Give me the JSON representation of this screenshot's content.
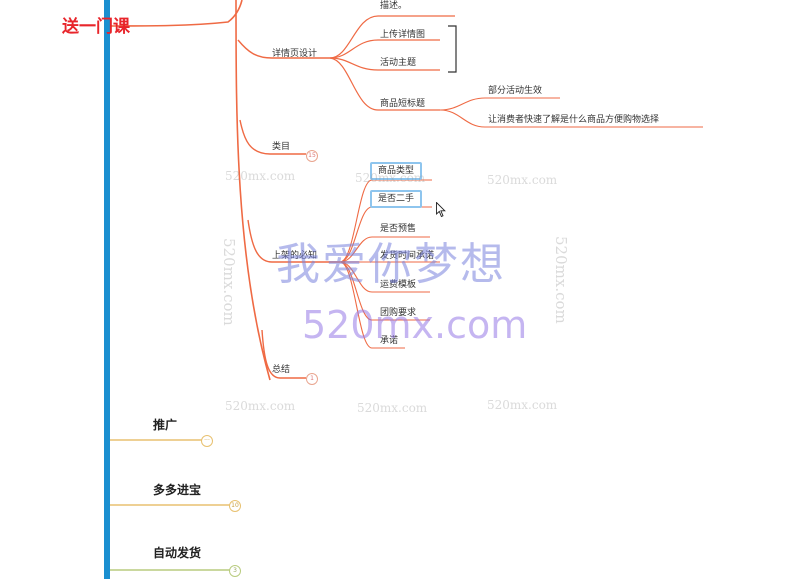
{
  "root": {
    "title": "送一门课"
  },
  "nodes": {
    "desc": "描述。",
    "detail_design": "详情页设计",
    "upload_detail": "上传详情图",
    "activity_theme": "活动主题",
    "short_title": "商品短标题",
    "partial_effect": "部分活动生效",
    "consumer_understand": "让消费者快速了解是什么商品方便购物选择",
    "category": "类目",
    "category_badge": "15",
    "must_know": "上架的必知",
    "product_type": "商品类型",
    "second_hand": "是否二手",
    "presale": "是否预售",
    "ship_promise": "发货时间承诺",
    "freight_template": "运费模板",
    "group_requirement": "团购要求",
    "promise": "承诺",
    "summary": "总结",
    "summary_badge": "1"
  },
  "branches": [
    {
      "title": "推广",
      "badge": "···",
      "color": "#e8c170"
    },
    {
      "title": "多多进宝",
      "badge": "10",
      "color": "#e8c170"
    },
    {
      "title": "自动发货",
      "badge": "3",
      "color": "#b9cc7f"
    }
  ],
  "colors": {
    "trunk": "#1a8fd0",
    "link": "#ef6a44",
    "root_text": "#e8252b",
    "box_border": "#8ec5ee"
  },
  "watermarks": {
    "small": "520mx.com",
    "chinese": "我爱你梦想",
    "url": "520mx.com"
  }
}
